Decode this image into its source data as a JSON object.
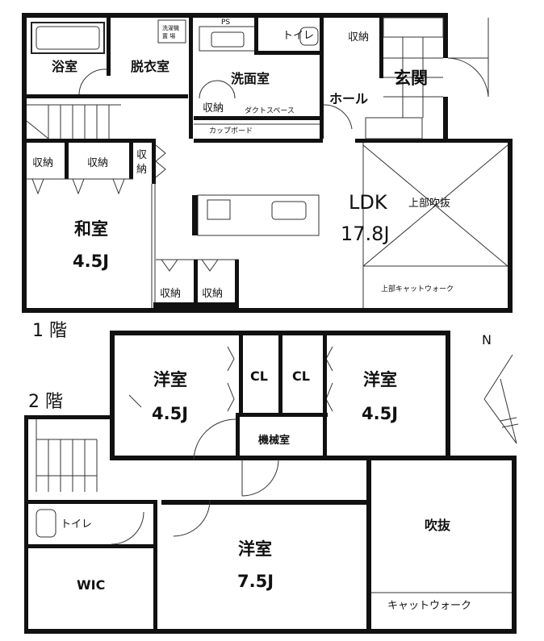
{
  "floor1": {
    "label": "1 階",
    "rooms": {
      "bath": "浴室",
      "dressing": "脱衣室",
      "washing_machine_1": "洗濯機",
      "washing_machine_2": "置 場",
      "ps": "PS",
      "washroom": "洗面室",
      "toilet": "トイレ",
      "storage_toilet": "収納",
      "entrance": "玄関",
      "hall": "ホール",
      "storage_washroom": "収納",
      "duct_space": "ダクトスペース",
      "cupboard": "カップボード",
      "storage_left": "収納",
      "storage_mid": "収納",
      "storage_side_1": "収",
      "storage_side_2": "納",
      "japanese_room": "和室",
      "japanese_room_size": "4.5J",
      "ldk": "LDK",
      "ldk_size": "17.8J",
      "open_above": "上部吹抜",
      "catwalk_above": "上部キャットウォーク",
      "storage_bottom_1": "収納",
      "storage_bottom_2": "収納"
    }
  },
  "floor2": {
    "label": "2 階",
    "rooms": {
      "western_left": "洋室",
      "western_left_size": "4.5J",
      "cl_left": "CL",
      "cl_right": "CL",
      "western_right": "洋室",
      "western_right_size": "4.5J",
      "machine_room": "機械室",
      "toilet": "トイレ",
      "western_large": "洋室",
      "western_large_size": "7.5J",
      "wic": "WIC",
      "open_void": "吹抜",
      "catwalk": "キャットウォーク"
    }
  },
  "north_label": "N"
}
